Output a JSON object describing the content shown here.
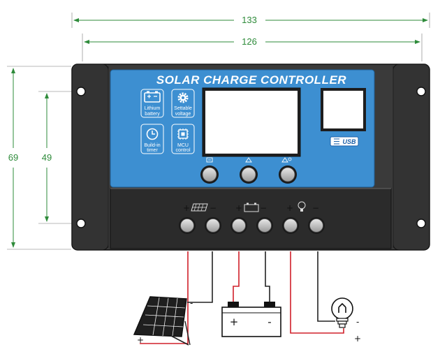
{
  "dimensions": {
    "total_width": "133",
    "inner_width": "126",
    "total_height": "69",
    "hole_spacing": "49"
  },
  "controller": {
    "title": "SOLAR CHARGE CONTROLLER",
    "usb_label": "USB",
    "features": [
      {
        "icon": "battery-icon",
        "line1": "Lithium",
        "line2": "battery"
      },
      {
        "icon": "gear-icon",
        "line1": "Settable",
        "line2": "voltage"
      },
      {
        "icon": "clock-icon",
        "line1": "Build-in",
        "line2": "timer"
      },
      {
        "icon": "chip-icon",
        "line1": "MCU",
        "line2": "control"
      }
    ],
    "buttons": [
      {
        "icon": "menu-icon"
      },
      {
        "icon": "up-arrow-icon"
      },
      {
        "icon": "down-arrow-icon"
      }
    ],
    "terminal_groups": [
      {
        "icon": "solar-panel-icon",
        "plus": "+",
        "minus": "−"
      },
      {
        "icon": "battery-icon",
        "plus": "+",
        "minus": "−"
      },
      {
        "icon": "lightbulb-icon",
        "plus": "+",
        "minus": "−"
      }
    ]
  },
  "wiring": {
    "panel_minus": "-",
    "panel_plus": "+",
    "battery_plus": "+",
    "battery_minus": "-",
    "load_minus": "-",
    "load_plus": "+"
  },
  "colors": {
    "dimension_lines": "#2e8b3a",
    "panel_blue": "#3d8fd1",
    "positive_wire": "#d0202a",
    "negative_wire": "#222222"
  }
}
